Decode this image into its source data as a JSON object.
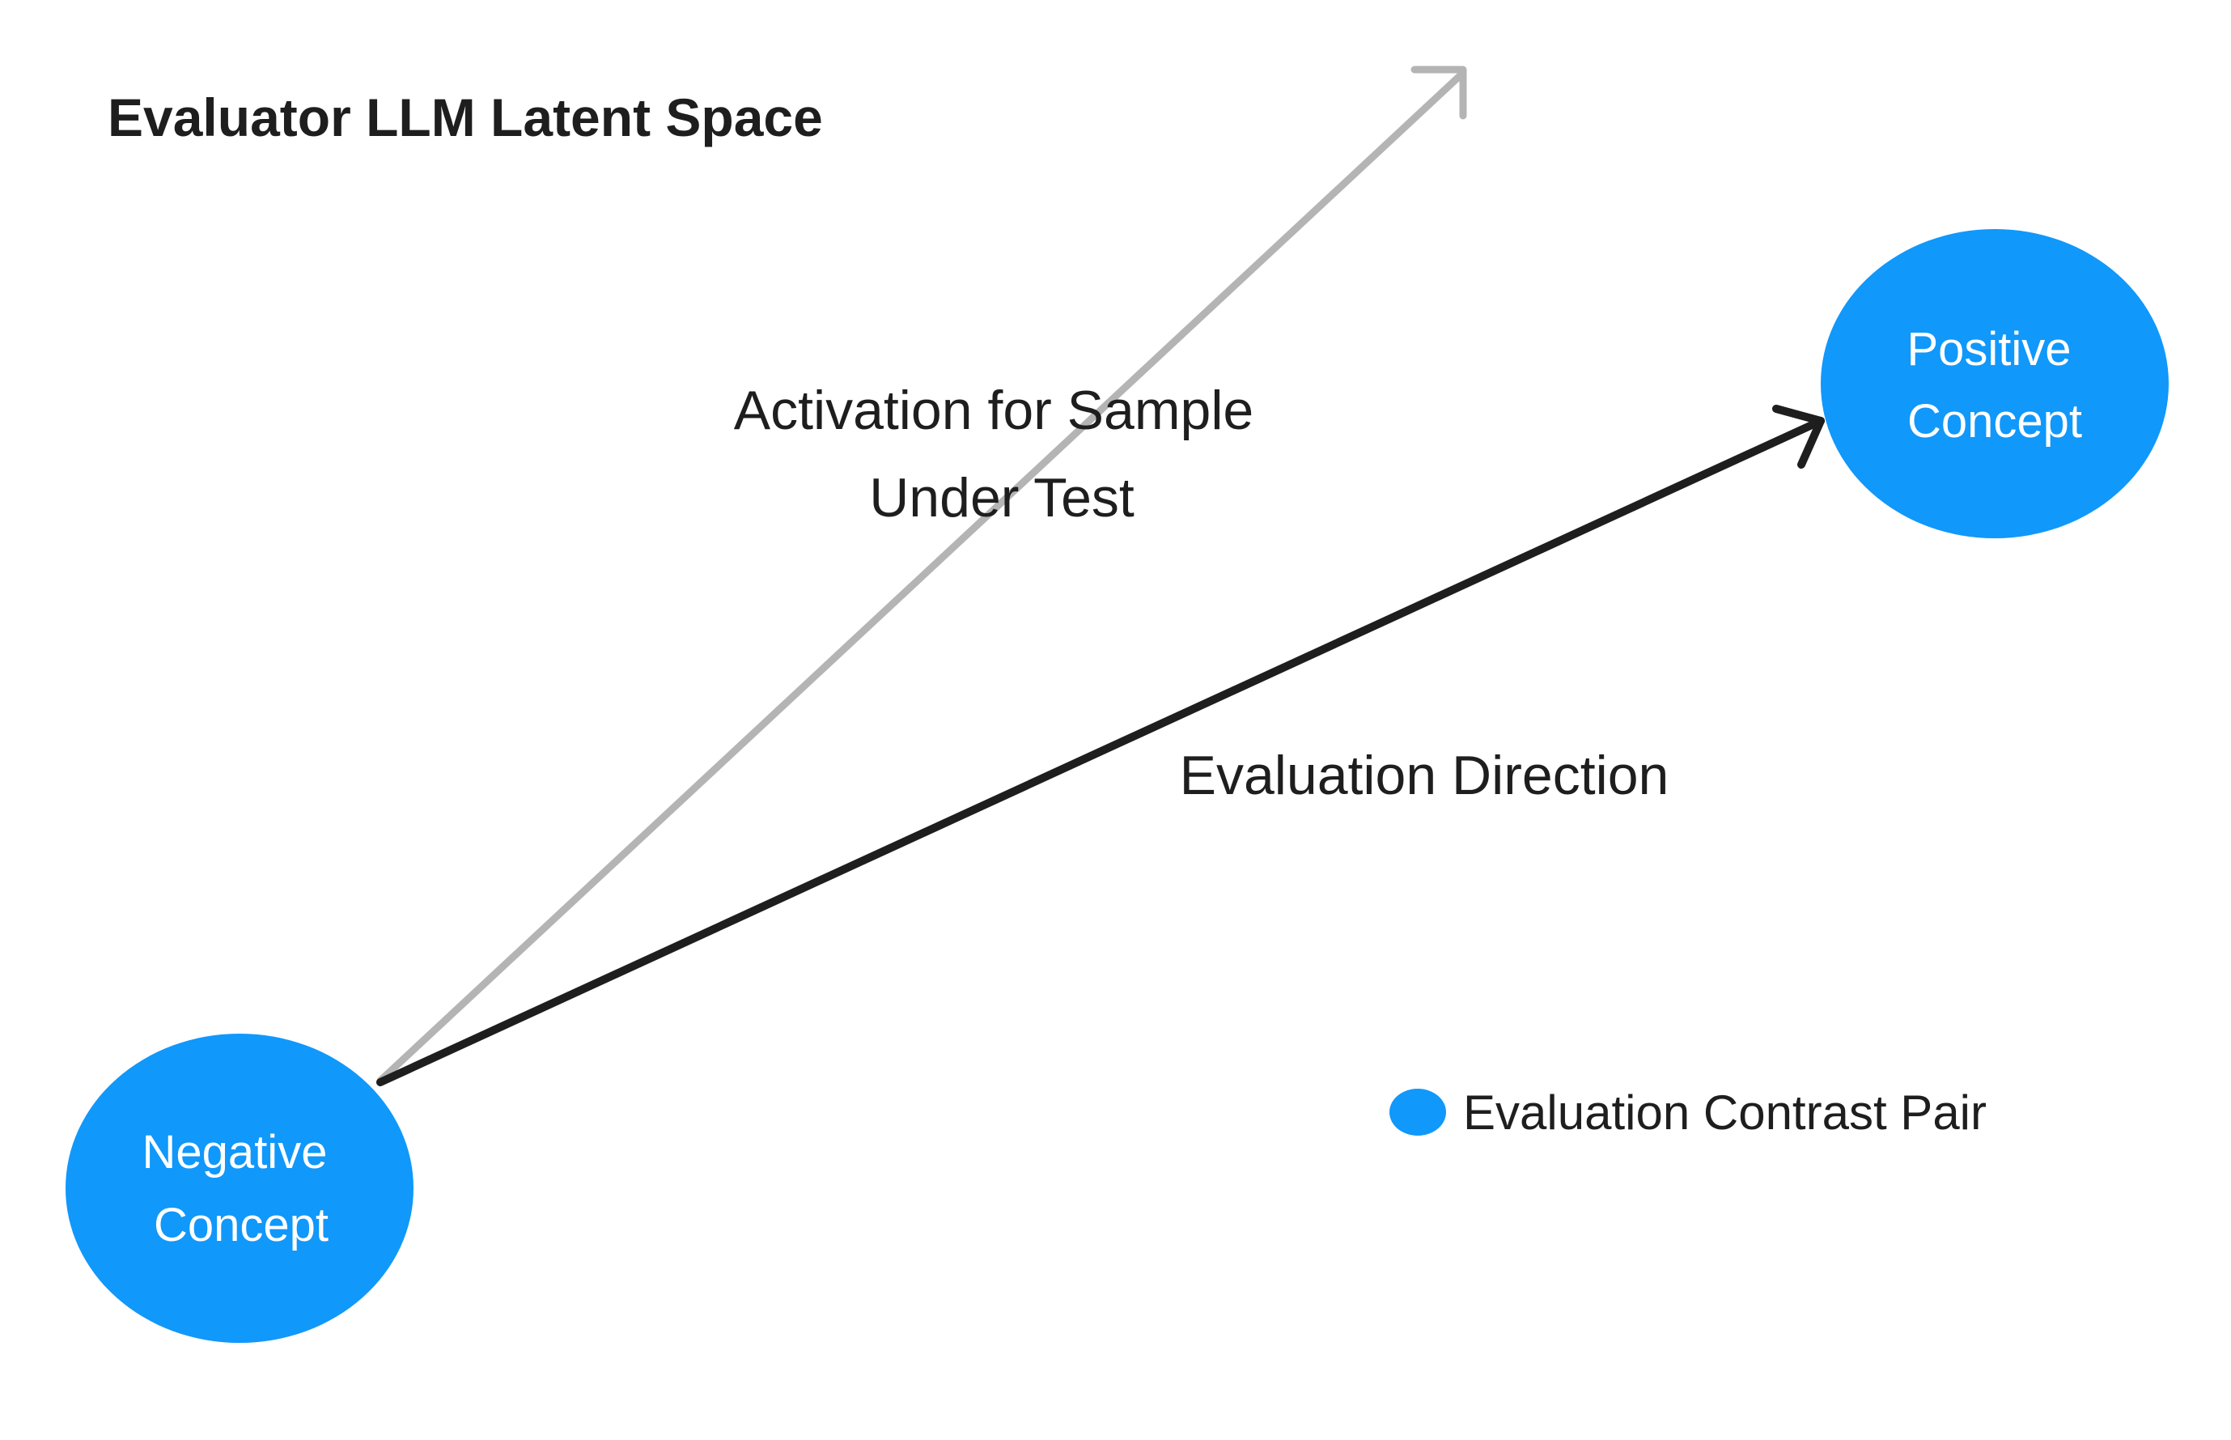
{
  "title": "Evaluator LLM Latent Space",
  "colors": {
    "concept_fill": "#1098fb",
    "evaluation_arrow": "#1e1e1e",
    "activation_arrow": "#b4b4b4",
    "text": "#1e1e1e",
    "node_text": "#ffffff"
  },
  "nodes": {
    "negative": {
      "line1": "Negative",
      "line2": "Concept"
    },
    "positive": {
      "line1": "Positive",
      "line2": "Concept"
    }
  },
  "arrows": {
    "activation": {
      "line1": "Activation for Sample",
      "line2": "Under Test"
    },
    "evaluation": {
      "label": "Evaluation Direction"
    }
  },
  "legend": {
    "items": [
      {
        "icon": "blue-dot-icon",
        "label": "Evaluation Contrast Pair"
      }
    ]
  }
}
